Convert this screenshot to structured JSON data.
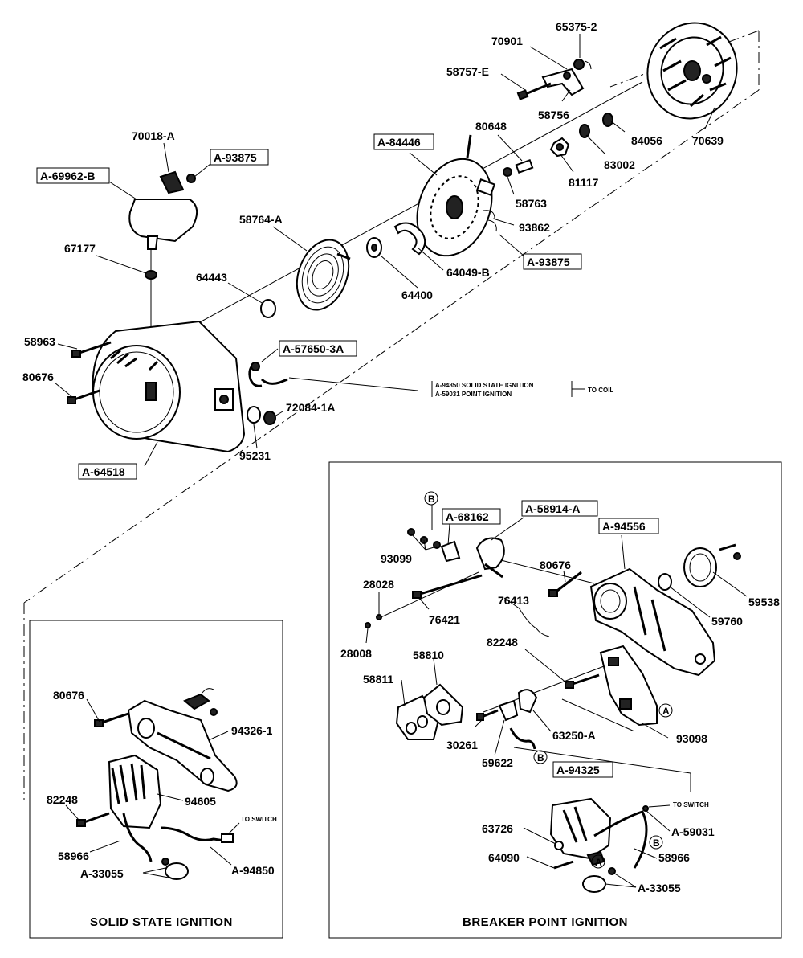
{
  "parts_upper": {
    "p_65375_2": "65375-2",
    "p_70901": "70901",
    "p_58757_E": "58757-E",
    "p_58756": "58756",
    "p_84056": "84056",
    "p_70639": "70639",
    "p_83002": "83002",
    "p_81117": "81117",
    "p_80648": "80648",
    "p_58763": "58763",
    "p_A_84446": "A-84446",
    "p_93862": "93862",
    "p_A_93875_b": "A-93875",
    "p_64049_B": "64049-B",
    "p_64400": "64400",
    "p_58764_A": "58764-A",
    "p_64443": "64443",
    "p_70018_A": "70018-A",
    "p_A_93875_a": "A-93875",
    "p_A_69962_B": "A-69962-B",
    "p_67177": "67177",
    "p_58963": "58963",
    "p_80676": "80676",
    "p_A_57650_3A": "A-57650-3A",
    "p_72084_1A": "72084-1A",
    "p_95231": "95231",
    "p_A_64518": "A-64518"
  },
  "coil_note": {
    "line1": "A-94850 SOLID STATE IGNITION",
    "line2": "A-59031 POINT IGNITION",
    "to_coil": "TO COIL"
  },
  "solid_state": {
    "caption": "SOLID STATE IGNITION",
    "p_80676": "80676",
    "p_94326_1": "94326-1",
    "p_82248": "82248",
    "p_94605": "94605",
    "to_switch": "TO SWITCH",
    "p_58966": "58966",
    "p_A_94850": "A-94850",
    "p_A_33055": "A-33055"
  },
  "breaker_point": {
    "caption": "BREAKER POINT IGNITION",
    "circle_b": "B",
    "circle_a": "A",
    "p_A_68162": "A-68162",
    "p_A_58914_A": "A-58914-A",
    "p_A_94556": "A-94556",
    "p_93099": "93099",
    "p_80676": "80676",
    "p_28028": "28028",
    "p_76421": "76421",
    "p_76413": "76413",
    "p_59538": "59538",
    "p_59760": "59760",
    "p_28008": "28008",
    "p_58810": "58810",
    "p_82248": "82248",
    "p_58811": "58811",
    "p_30261": "30261",
    "p_63250_A": "63250-A",
    "p_93098": "93098",
    "p_59622": "59622",
    "p_A_94325": "A-94325",
    "to_switch": "TO SWITCH",
    "p_A_59031": "A-59031",
    "p_63726": "63726",
    "p_58966": "58966",
    "p_64090": "64090",
    "p_A_33055": "A-33055"
  }
}
